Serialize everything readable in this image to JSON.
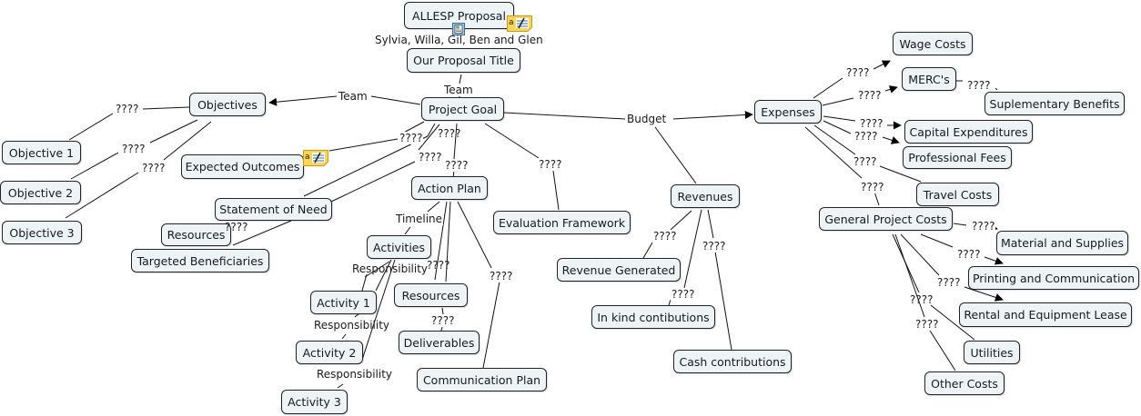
{
  "map_title": "ALLESP Proposal",
  "nodes": {
    "allesp": "ALLESP Proposal",
    "title": "Our Proposal Title",
    "goal": "Project Goal",
    "objectives": "Objectives",
    "obj1": "Objective 1",
    "obj2": "Objective 2",
    "obj3": "Objective 3",
    "outcomes": "Expected Outcomes",
    "need": "Statement of Need",
    "resources_left": "Resources",
    "beneficiaries": "Targeted Beneficiaries",
    "action": "Action Plan",
    "activities": "Activities",
    "act1": "Activity 1",
    "act2": "Activity 2",
    "act3": "Activity 3",
    "resources_mid": "Resources",
    "deliverables": "Deliverables",
    "comm": "Communication Plan",
    "eval": "Evaluation Framework",
    "revenues": "Revenues",
    "rev_generated": "Revenue Generated",
    "inkind": "In kind contibutions",
    "cash": "Cash contributions",
    "expenses": "Expenses",
    "wage": "Wage Costs",
    "mercs": "MERC's",
    "suppl": "Suplementary Benefits",
    "capital": "Capital Expenditures",
    "prof": "Professional Fees",
    "travel": "Travel Costs",
    "general": "General Project Costs",
    "material": "Material and Supplies",
    "printing": "Printing and Communication",
    "rental": "Rental and Equipment Lease",
    "utilities": "Utilities",
    "other": "Other Costs"
  },
  "labels": {
    "authors": "Sylvia, Willa, Gil, Ben and Glen",
    "team1": "Team",
    "team2": "Team",
    "budget": "Budget",
    "timeline": "Timeline",
    "resp1": "Responsibility",
    "resp2": "Responsibility",
    "resp3": "Responsibility",
    "unknown": "????"
  },
  "icons": {
    "note": "annotation-note-icon",
    "image": "image-resource-icon"
  }
}
